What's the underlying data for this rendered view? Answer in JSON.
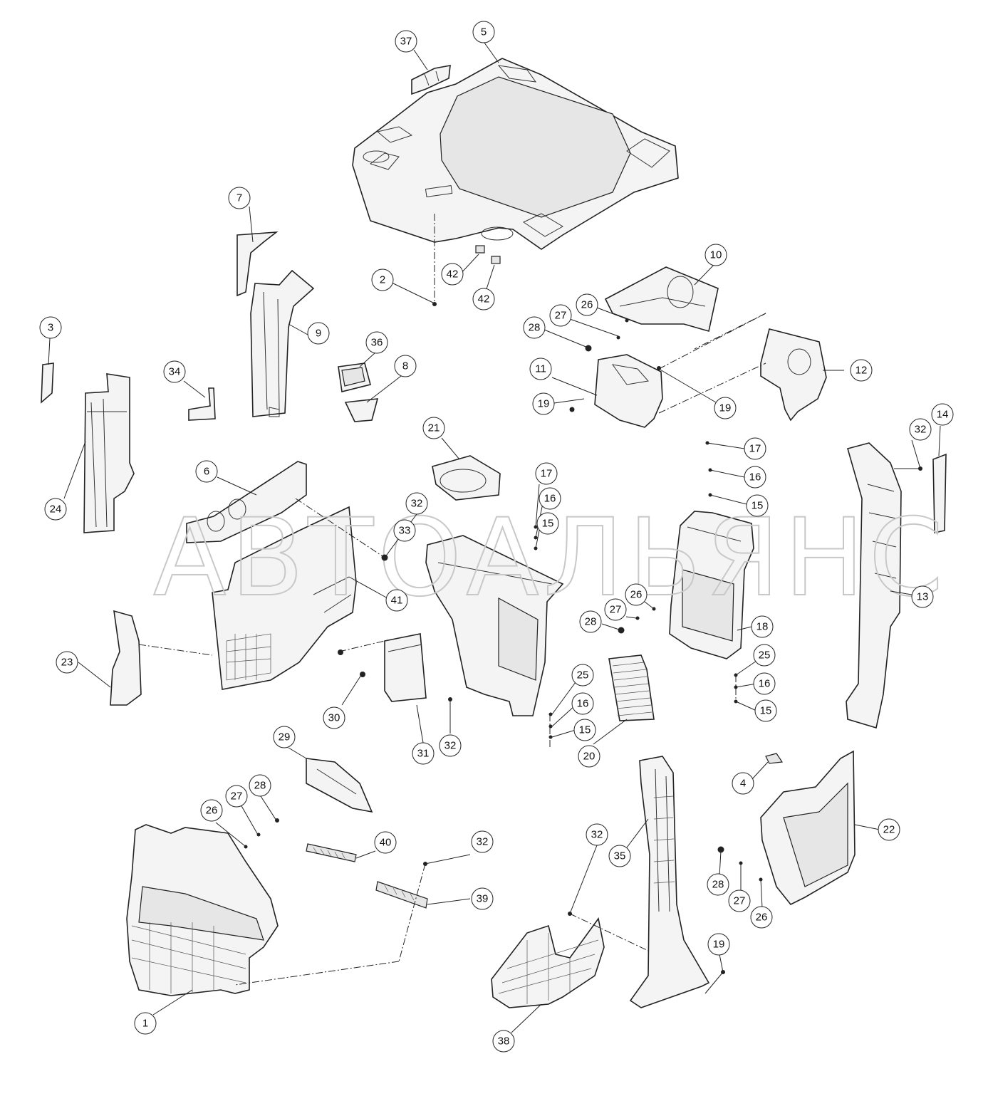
{
  "watermark": "АВТОАЛЬЯНС",
  "callouts": [
    {
      "id": "c37",
      "label": "37"
    },
    {
      "id": "c5",
      "label": "5"
    },
    {
      "id": "c7",
      "label": "7"
    },
    {
      "id": "c2",
      "label": "2"
    },
    {
      "id": "c42a",
      "label": "42"
    },
    {
      "id": "c42b",
      "label": "42"
    },
    {
      "id": "c10",
      "label": "10"
    },
    {
      "id": "c26a",
      "label": "26"
    },
    {
      "id": "c27a",
      "label": "27"
    },
    {
      "id": "c28a",
      "label": "28"
    },
    {
      "id": "c3",
      "label": "3"
    },
    {
      "id": "c9",
      "label": "9"
    },
    {
      "id": "c36",
      "label": "36"
    },
    {
      "id": "c8",
      "label": "8"
    },
    {
      "id": "c34",
      "label": "34"
    },
    {
      "id": "c11",
      "label": "11"
    },
    {
      "id": "c12",
      "label": "12"
    },
    {
      "id": "c19a",
      "label": "19"
    },
    {
      "id": "c19b",
      "label": "19"
    },
    {
      "id": "c24",
      "label": "24"
    },
    {
      "id": "c21",
      "label": "21"
    },
    {
      "id": "c17a",
      "label": "17"
    },
    {
      "id": "c16a",
      "label": "16"
    },
    {
      "id": "c15a",
      "label": "15"
    },
    {
      "id": "c17b",
      "label": "17"
    },
    {
      "id": "c16b",
      "label": "16"
    },
    {
      "id": "c15b",
      "label": "15"
    },
    {
      "id": "c14",
      "label": "14"
    },
    {
      "id": "c32a",
      "label": "32"
    },
    {
      "id": "c6",
      "label": "6"
    },
    {
      "id": "c32b",
      "label": "32"
    },
    {
      "id": "c33",
      "label": "33"
    },
    {
      "id": "c41",
      "label": "41"
    },
    {
      "id": "c13",
      "label": "13"
    },
    {
      "id": "c26b",
      "label": "26"
    },
    {
      "id": "c27b",
      "label": "27"
    },
    {
      "id": "c28b",
      "label": "28"
    },
    {
      "id": "c18",
      "label": "18"
    },
    {
      "id": "c23",
      "label": "23"
    },
    {
      "id": "c25a",
      "label": "25"
    },
    {
      "id": "c16c",
      "label": "16"
    },
    {
      "id": "c15c",
      "label": "15"
    },
    {
      "id": "c25b",
      "label": "25"
    },
    {
      "id": "c16d",
      "label": "16"
    },
    {
      "id": "c15d",
      "label": "15"
    },
    {
      "id": "c30",
      "label": "30"
    },
    {
      "id": "c31",
      "label": "31"
    },
    {
      "id": "c32c",
      "label": "32"
    },
    {
      "id": "c20",
      "label": "20"
    },
    {
      "id": "c29",
      "label": "29"
    },
    {
      "id": "c28c",
      "label": "28"
    },
    {
      "id": "c27c",
      "label": "27"
    },
    {
      "id": "c26c",
      "label": "26"
    },
    {
      "id": "c4",
      "label": "4"
    },
    {
      "id": "c22",
      "label": "22"
    },
    {
      "id": "c40",
      "label": "40"
    },
    {
      "id": "c32d",
      "label": "32"
    },
    {
      "id": "c39",
      "label": "39"
    },
    {
      "id": "c32e",
      "label": "32"
    },
    {
      "id": "c35",
      "label": "35"
    },
    {
      "id": "c28d",
      "label": "28"
    },
    {
      "id": "c27d",
      "label": "27"
    },
    {
      "id": "c26d",
      "label": "26"
    },
    {
      "id": "c19c",
      "label": "19"
    },
    {
      "id": "c1",
      "label": "1"
    },
    {
      "id": "c38",
      "label": "38"
    }
  ]
}
